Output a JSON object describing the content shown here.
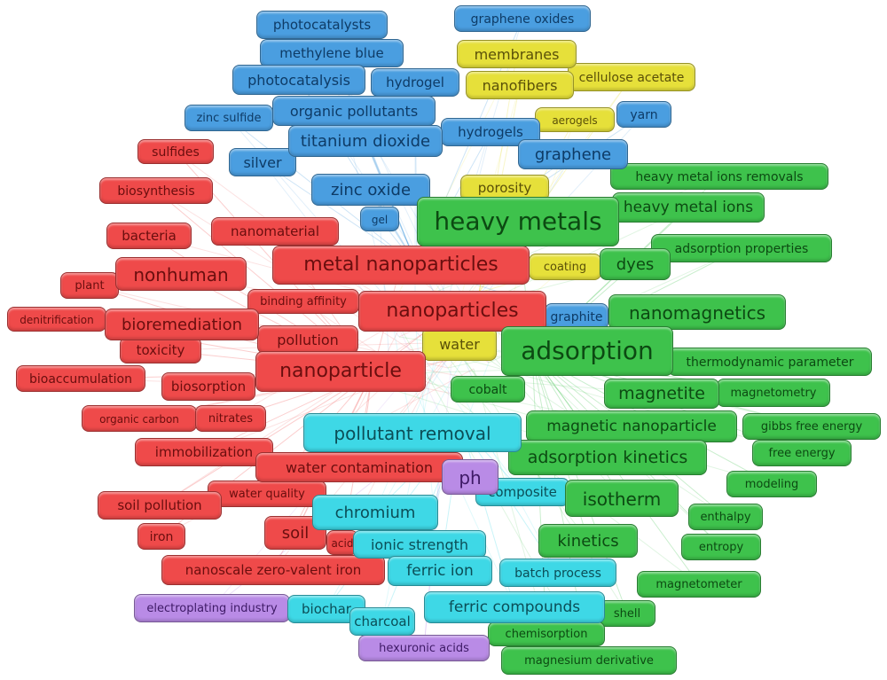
{
  "palette": {
    "red": "#ef4a4a",
    "blue": "#4a9ee0",
    "green": "#3ec24c",
    "yellow": "#e6e03a",
    "cyan": "#3ed8e6",
    "purple": "#b98be6"
  },
  "clusters": {
    "red": [
      "sulfides",
      "biosynthesis",
      "bacteria",
      "nanomaterial",
      "nonhuman",
      "plant",
      "metal nanoparticles",
      "binding affinity",
      "denitrification",
      "bioremediation",
      "nanoparticles",
      "pollution",
      "toxicity",
      "bioaccumulation",
      "biosorption",
      "nanoparticle",
      "organic carbon",
      "nitrates",
      "immobilization",
      "water contamination",
      "water quality",
      "soil pollution",
      "iron",
      "soil",
      "acid",
      "nanoscale zero-valent iron"
    ],
    "blue": [
      "photocatalysts",
      "graphene oxides",
      "methylene blue",
      "photocatalysis",
      "hydrogel",
      "zinc sulfide",
      "organic pollutants",
      "yarn",
      "hydrogels",
      "titanium dioxide",
      "silver",
      "graphene",
      "zinc oxide",
      "gel",
      "graphite"
    ],
    "yellow": [
      "membranes",
      "cellulose acetate",
      "nanofibers",
      "aerogels",
      "porosity",
      "coating",
      "water"
    ],
    "green": [
      "heavy metal ions removals",
      "heavy metals",
      "heavy metal ions",
      "adsorption properties",
      "dyes",
      "nanomagnetics",
      "adsorption",
      "thermodynamic parameter",
      "cobalt",
      "magnetite",
      "magnetometry",
      "magnetic nanoparticle",
      "gibbs free energy",
      "adsorption kinetics",
      "free energy",
      "modeling",
      "isotherm",
      "enthalpy",
      "kinetics",
      "entropy",
      "magnetometer",
      "shell",
      "chemisorption",
      "magnesium derivative"
    ],
    "cyan": [
      "pollutant removal",
      "composite",
      "chromium",
      "ionic strength",
      "ferric ion",
      "batch process",
      "biochar",
      "ferric compounds",
      "charcoal"
    ],
    "purple": [
      "ph",
      "electroplating industry",
      "hexuronic acids"
    ]
  }
}
